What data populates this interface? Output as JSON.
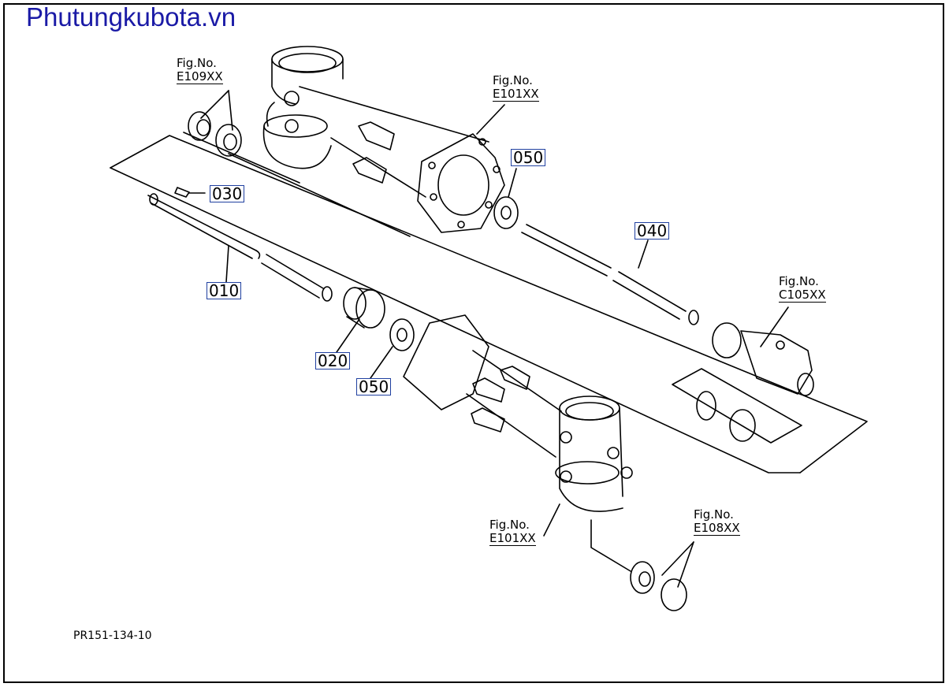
{
  "watermark": "Phutungkubota.vn",
  "doc_id": "PR151-134-10",
  "fig_refs": [
    {
      "label": "Fig.No.",
      "code": "E109XX"
    },
    {
      "label": "Fig.No.",
      "code": "E101XX"
    },
    {
      "label": "Fig.No.",
      "code": "C105XX"
    },
    {
      "label": "Fig.No.",
      "code": "E101XX"
    },
    {
      "label": "Fig.No.",
      "code": "E108XX"
    }
  ],
  "parts": [
    "030",
    "010",
    "050",
    "040",
    "020",
    "050"
  ],
  "colors": {
    "line": "#000000",
    "watermark": "#1a1aa6",
    "part_box": "#2040a0"
  }
}
